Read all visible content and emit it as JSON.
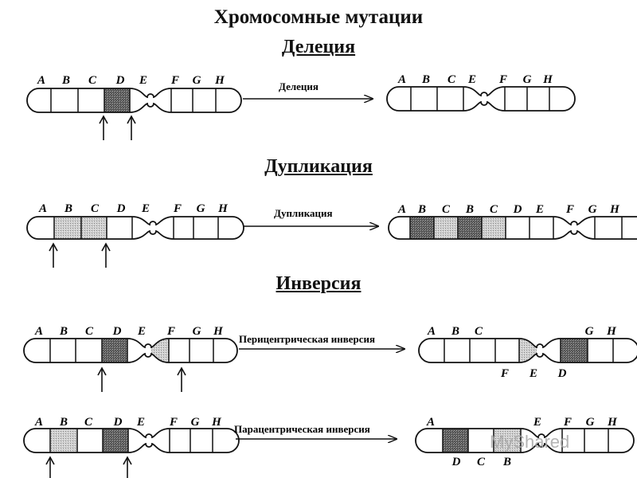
{
  "title": "Хромосомные мутации",
  "sections": {
    "deletion": {
      "heading": "Делеция",
      "arrow_label": "Делеция",
      "before_letters": [
        "A",
        "B",
        "C",
        "D",
        "E",
        "F",
        "G",
        "H"
      ],
      "after_letters": [
        "A",
        "B",
        "C",
        "E",
        "F",
        "G",
        "H"
      ]
    },
    "duplication": {
      "heading": "Дупликация",
      "arrow_label": "Дупликация",
      "before_letters": [
        "A",
        "B",
        "C",
        "D",
        "E",
        "F",
        "G",
        "H"
      ],
      "after_letters": [
        "A",
        "B",
        "C",
        "B",
        "C",
        "D",
        "E",
        "F",
        "G",
        "H"
      ]
    },
    "inversion": {
      "heading": "Инверсия",
      "pericentric": {
        "arrow_label": "Перицентрическая инверсия",
        "before_letters": [
          "A",
          "B",
          "C",
          "D",
          "E",
          "F",
          "G",
          "H"
        ],
        "after_top_letters": [
          "A",
          "B",
          "C",
          "G",
          "H"
        ],
        "after_bottom_letters": [
          "F",
          "E",
          "D"
        ]
      },
      "paracentric": {
        "arrow_label": "Парацентрическая инверсия",
        "before_letters": [
          "A",
          "B",
          "C",
          "D",
          "E",
          "F",
          "G",
          "H"
        ],
        "after_top_letters": [
          "A",
          "E",
          "F",
          "G",
          "H"
        ],
        "after_bottom_letters": [
          "D",
          "C",
          "B"
        ]
      }
    }
  },
  "watermark": "MyShared"
}
